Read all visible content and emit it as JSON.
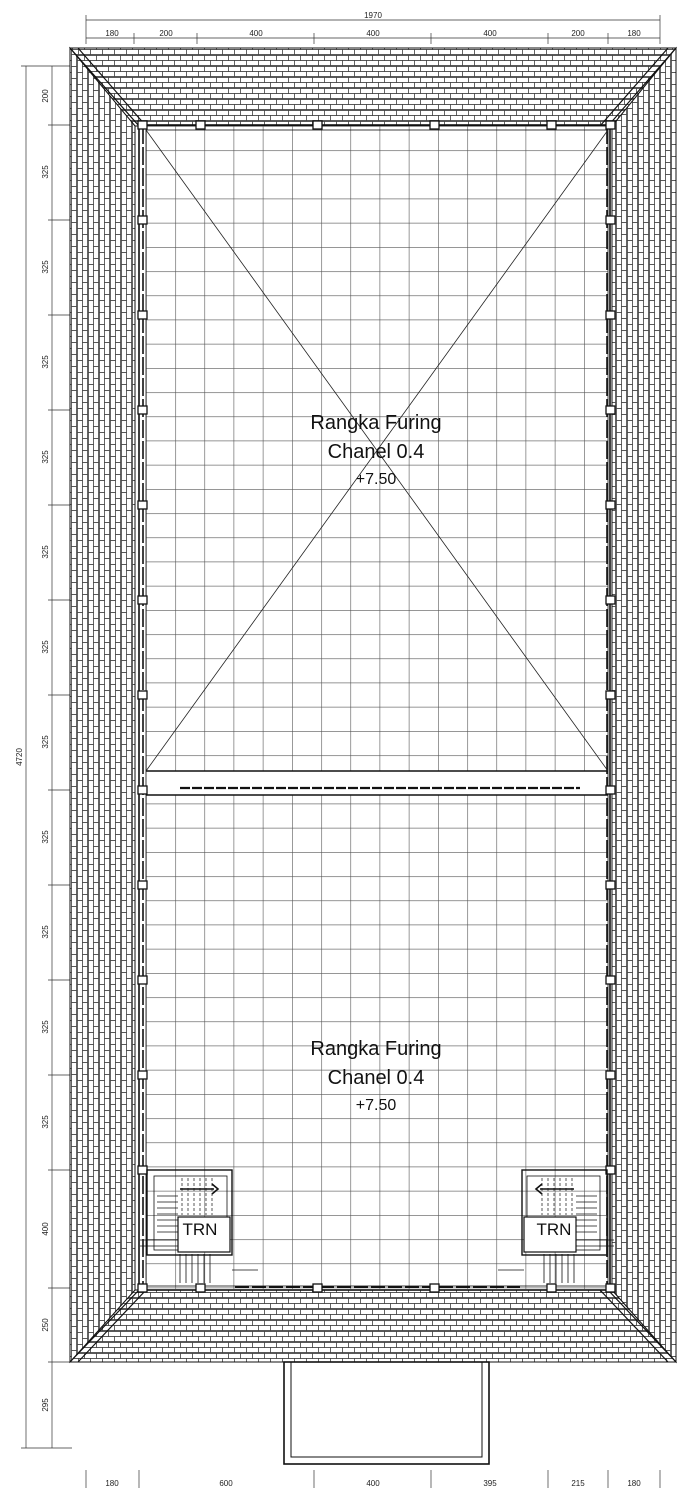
{
  "dimensions": {
    "top_overall": "1970",
    "top": [
      "180",
      "200",
      "400",
      "400",
      "400",
      "200",
      "180"
    ],
    "bottom": [
      "180",
      "600",
      "400",
      "395",
      "215",
      "180"
    ],
    "left_overall": "4720",
    "left": [
      "200",
      "325",
      "325",
      "325",
      "325",
      "325",
      "325",
      "325",
      "325",
      "325",
      "325",
      "325",
      "400",
      "250",
      "295"
    ]
  },
  "rooms": [
    {
      "name": "Rangka Furing",
      "material": "Chanel 0.4",
      "elevation": "+7.50"
    },
    {
      "name": "Rangka Furing",
      "material": "Chanel 0.4",
      "elevation": "+7.50"
    }
  ],
  "stairs": [
    {
      "label": "TRN"
    },
    {
      "label": "TRN"
    }
  ]
}
